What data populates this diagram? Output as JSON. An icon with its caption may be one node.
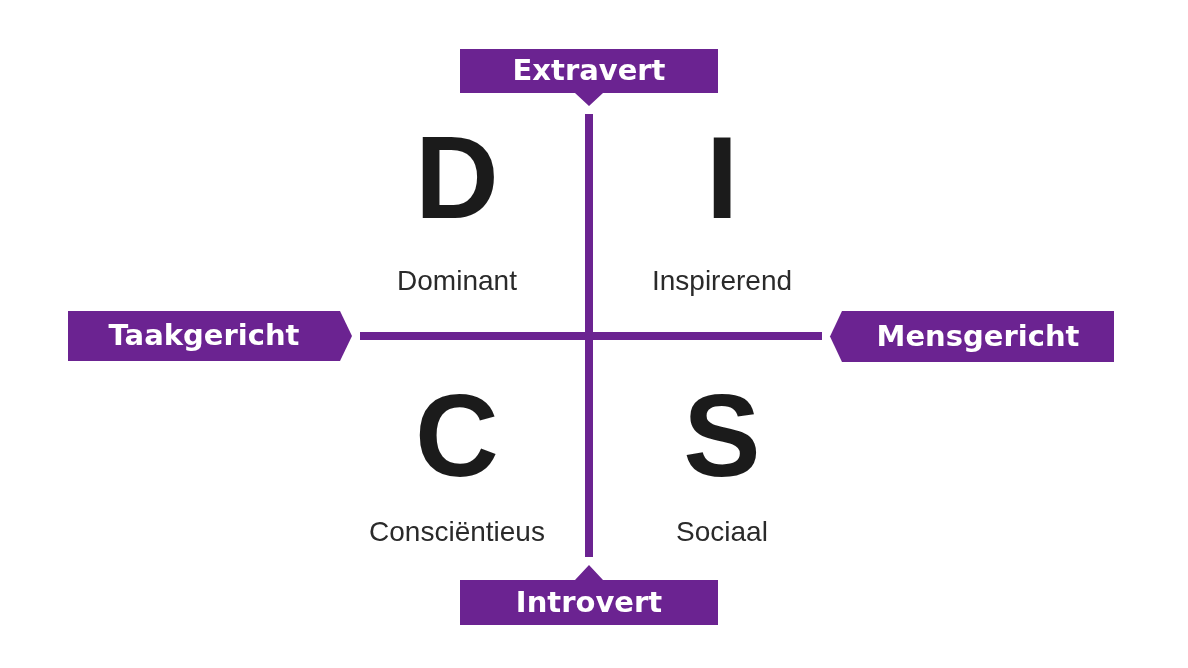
{
  "diagram": {
    "nodes": [
      {
        "text": [
          "Extravert"
        ]
      },
      {
        "text": [
          "Taakgericht"
        ]
      },
      {
        "text": [
          "Mensgericht"
        ]
      },
      {
        "text": [
          "Introvert"
        ]
      }
    ],
    "edges": [
      {
        "from": 0,
        "to": 3,
        "arrow": "none"
      },
      {
        "from": 1,
        "to": 2,
        "arrow": "none"
      }
    ],
    "labels": [
      "D",
      "I",
      "Dominant",
      "Inspirerend",
      "C",
      "S",
      "Consciëntieus",
      "Sociaal"
    ]
  }
}
